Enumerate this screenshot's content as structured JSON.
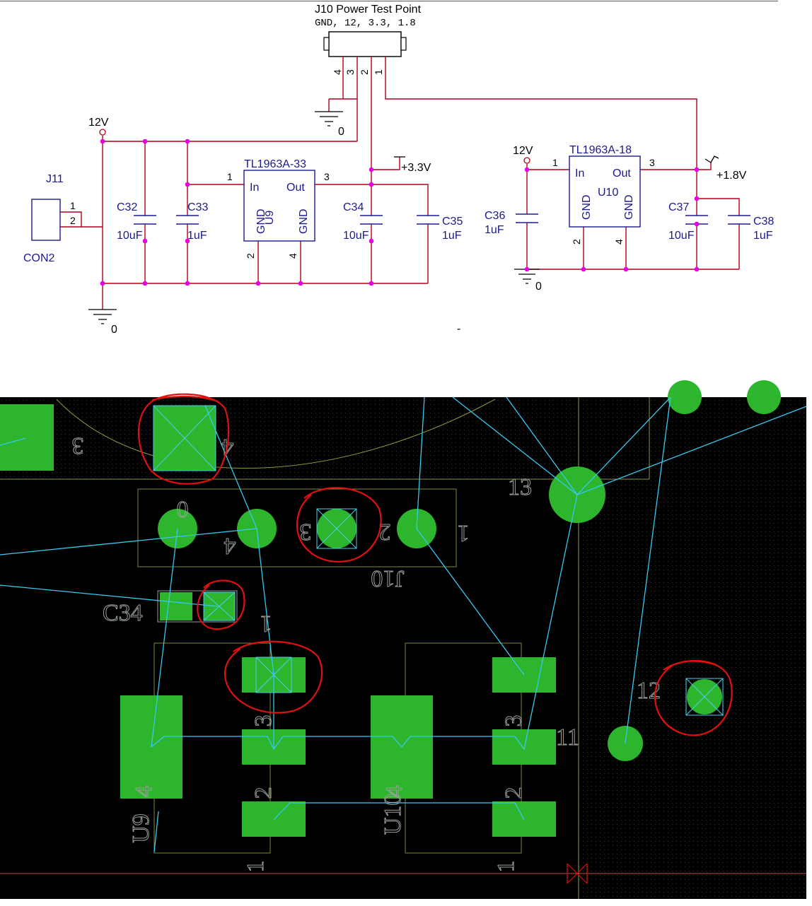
{
  "schematic": {
    "j10": {
      "title": "J10  Power Test Point",
      "subtitle": "GND, 12, 3.3, 1.8",
      "pins": [
        "4",
        "3",
        "2",
        "1"
      ]
    },
    "j11": {
      "ref": "J11",
      "value": "CON2",
      "pins": [
        "1",
        "2"
      ]
    },
    "u9": {
      "part": "TL1963A-33",
      "ref": "U9",
      "in": "In",
      "out": "Out",
      "gnd": "GND",
      "pin_in": "1",
      "pin_out": "3",
      "pin_g1": "2",
      "pin_g2": "4"
    },
    "u10": {
      "part": "TL1963A-18",
      "ref": "U10",
      "in": "In",
      "out": "Out",
      "gnd": "GND",
      "pin_in": "1",
      "pin_out": "3",
      "pin_g1": "2",
      "pin_g2": "4"
    },
    "nets": {
      "v12a": "12V",
      "v12b": "12V",
      "v33": "+3.3V",
      "v18": "+1.8V",
      "gnd0a": "0",
      "gnd0b": "0",
      "gnd0c": "0"
    },
    "caps": [
      {
        "ref": "C32",
        "value": "10uF"
      },
      {
        "ref": "C33",
        "value": "1uF"
      },
      {
        "ref": "C34",
        "value": "10uF"
      },
      {
        "ref": "C35",
        "value": "1uF"
      },
      {
        "ref": "C36",
        "value": "1uF"
      },
      {
        "ref": "C37",
        "value": "10uF"
      },
      {
        "ref": "C38",
        "value": "1uF"
      }
    ],
    "stray_mark": "-"
  },
  "pcb": {
    "silk": {
      "s3": "3",
      "s4": "4",
      "s13": "13",
      "s0": "0",
      "s4b": "4",
      "s3b": "3",
      "s2": "2",
      "s1": "1",
      "j10": "J10",
      "c34": "C34",
      "c1": "1",
      "u9": "U9",
      "u10": "U10",
      "s11": "11",
      "s12": "12",
      "p3a": "3",
      "p2a": "2",
      "p1a": "1",
      "p3b": "3",
      "p2b": "2",
      "p1b": "1",
      "p4a": "4",
      "p4b": "4"
    },
    "colors": {
      "background": "#000000",
      "copper": "#2db52d",
      "ratsnest": "#38c8f0",
      "annotation": "#e01010"
    }
  }
}
